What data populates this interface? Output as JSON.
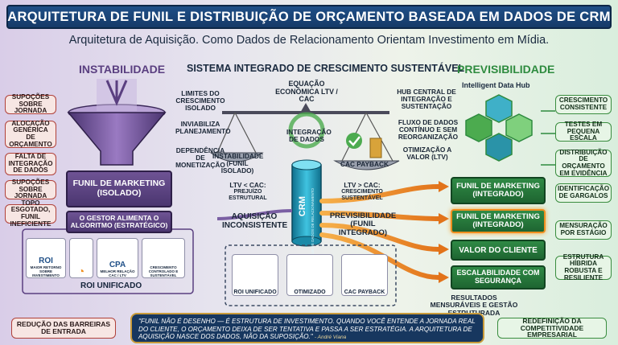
{
  "title": "ARQUITETURA DE FUNIL E DISTRIBUIÇÃO DE ORÇAMENTO BASEADA EM DADOS DE CRM",
  "subtitle": "Arquitetura de Aquisição. Como Dados de Relacionamento Orientam Investimento em Mídia.",
  "left": {
    "heading": "INSTABILIDADE",
    "side_items": [
      "SUPOÇÕES SOBRE JORNADA",
      "ALOCAÇÃO GENÉRICA DE ORÇAMENTO",
      "FALTA DE INTEGRAÇÃO DE DADOS",
      "SUPOÇÕES SOBRE JORNADA",
      "TOPO ESGOTADO, FUNIL INEFICIENTE"
    ],
    "funnel_box": "FUNIL DE MARKETING (ISOLADO)",
    "algo_box": "O GESTOR ALIMENTA O ALGORITMO (ESTRATÉGICO)",
    "roi_label": "ROI",
    "roi_sub": "MAIOR RETORNO SOBRE INVESTIMENTO",
    "cpa_label": "CPA",
    "cpa_sub": "MELHOR RELAÇÃO CAC / LTV",
    "growth_sub": "CRESCIMENTO CONTROLADO E SUSTENTÁVEL",
    "roi_unified": "ROI UNIFICADO",
    "bottom": "REDUÇÃO DAS BARREIRAS DE ENTRADA"
  },
  "center": {
    "heading": "SISTEMA INTEGRADO DE CRESCIMENTO SUSTENTÁVEL",
    "labels_left": [
      "LIMITES DO CRESCIMENTO ISOLADO",
      "INVIABILIZA PLANEJAMENTO",
      "DEPENDÊNCIA DE MONETIZAÇÃO"
    ],
    "equation": "EQUAÇÃO ECONÔMICA LTV / CAC",
    "integration": "INTEGRAÇÃO DE DADOS",
    "pan_left": "INSTABILIDADE (FUNIL ISOLADO)",
    "pan_right": "CAC PAYBACK",
    "labels_right": [
      "HUB CENTRAL DE INTEGRAÇÃO E SUSTENTAÇÃO",
      "FLUXO DE DADOS CONTÍNUO E SEM REORGANIZAÇÃO",
      "OTIMIZAÇÃO A VALOR (LTV)"
    ],
    "ltv_lt": "LTV < CAC:",
    "ltv_lt_sub": "PREJUÍZO ESTRUTURAL",
    "ltv_gt": "LTV > CAC:",
    "ltv_gt_sub": "CRESCIMENTO SUSTENTÁVEL",
    "crm": "CRM",
    "crm_sub": "HUB DE DADOS DE RELACIONAMENTO",
    "acq_inconsistent": "AQUISIÇÃO INCONSISTENTE",
    "predictability": "PREVISIBILIDADE (FUNIL INTEGRADO)",
    "cards": [
      "ROI UNIFICADO",
      "OTIMIZADO",
      "CAC PAYBACK"
    ],
    "results": "RESULTADOS MENSURÁVEIS E GESTÃO ESTRUTURADA"
  },
  "right": {
    "heading": "PREVISIBILIDADE",
    "hub": "Intelligent Data Hub",
    "side_items": [
      "CRESCIMENTO CONSISTENTE",
      "TESTES EM PEQUENA ESCALA",
      "DISTRIBUIÇÃO DE ORÇAMENTO EM EVIDÊNCIA",
      "IDENTIFICAÇÃO DE GARGALOS",
      "MENSURAÇÃO POR ESTÁGIO",
      "ESTRUTURA HÍBRIDA ROBUSTA E RESILIENTE"
    ],
    "boxes": [
      "FUNIL DE MARKETING (INTEGRADO)",
      "FUNIL DE MARKETING (INTEGRADO)",
      "VALOR DO CLIENTE",
      "ESCALABILIDADE COM SEGURANÇA"
    ],
    "bottom": "REDEFINIÇÃO DA COMPETITIVIDADE EMPRESARIAL"
  },
  "quote": "\"FUNIL NÃO É DESENHO — É ESTRUTURA DE INVESTIMENTO. QUANDO VOCÊ ENTENDE A JORNADA REAL DO CLIENTE, O ORÇAMENTO DEIXA DE SER TENTATIVA E PASSA A SER ESTRATÉGIA. A ARQUITETURA DE AQUISIÇÃO NASCE DOS DADOS, NÃO DA SUPOSIÇÃO.\"",
  "quote_author": "- André Viana",
  "colors": {
    "left": "#5a3f80",
    "right": "#2e8b3f",
    "accent": "#f08f1f",
    "navy": "#17375f"
  }
}
